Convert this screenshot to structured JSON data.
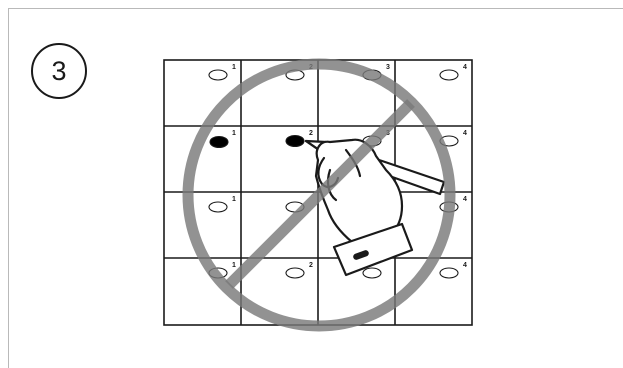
{
  "step": {
    "number": "3"
  },
  "grid": {
    "rows": [
      {
        "labels": [
          "1",
          "2",
          "3",
          "4"
        ]
      },
      {
        "labels": [
          "1",
          "2",
          "3",
          "4"
        ]
      },
      {
        "labels": [
          "1",
          "",
          "",
          "4"
        ]
      },
      {
        "labels": [
          "1",
          "2",
          "",
          "4"
        ]
      }
    ],
    "filled_bubble_color": "#000000"
  },
  "prohibition": {
    "color": "#7a7a7a",
    "meaning": "do-not"
  },
  "icons": {
    "step": "step-number-circle",
    "prohibit": "prohibition-sign-icon",
    "hand": "hand-holding-pen-icon"
  }
}
